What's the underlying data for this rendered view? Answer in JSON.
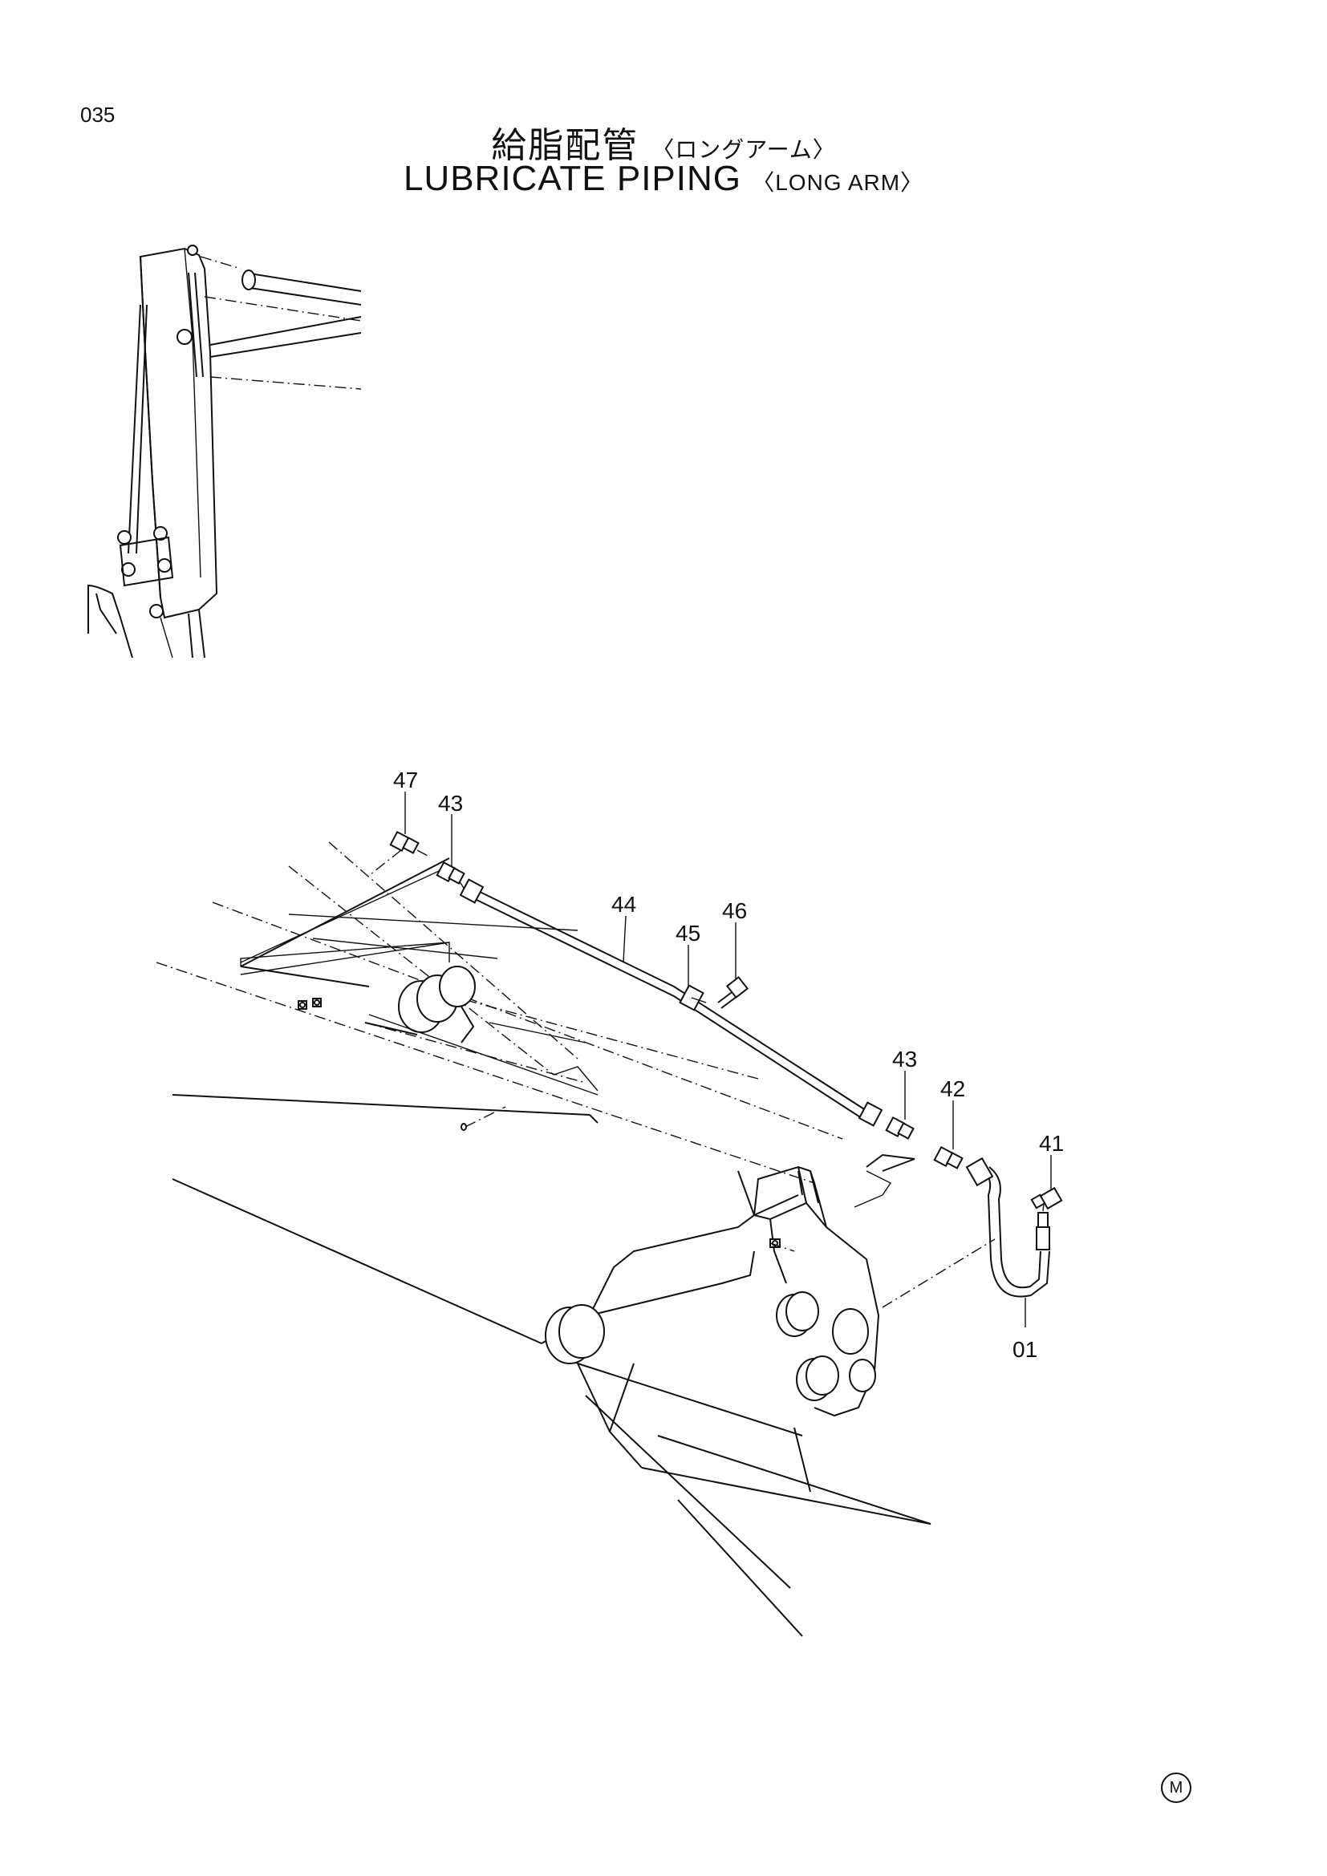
{
  "page_number": "035",
  "title": {
    "ja_main": "給脂配管",
    "ja_sub": "〈ロングアーム〉",
    "en_main": "LUBRICATE PIPING",
    "en_sub": "〈LONG ARM〉"
  },
  "callouts": [
    {
      "id": "47",
      "label": "47"
    },
    {
      "id": "43a",
      "label": "43"
    },
    {
      "id": "44",
      "label": "44"
    },
    {
      "id": "45",
      "label": "45"
    },
    {
      "id": "46",
      "label": "46"
    },
    {
      "id": "43b",
      "label": "43"
    },
    {
      "id": "42",
      "label": "42"
    },
    {
      "id": "41",
      "label": "41"
    },
    {
      "id": "01",
      "label": "01"
    }
  ],
  "corner_mark": "M"
}
